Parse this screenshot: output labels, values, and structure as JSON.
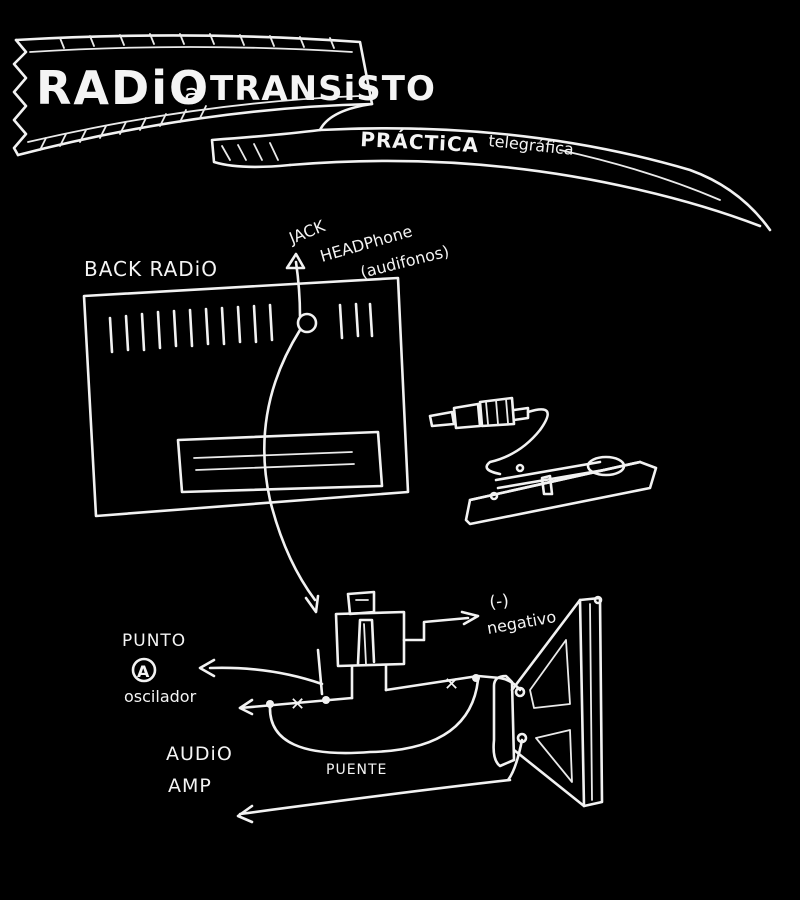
{
  "banner": {
    "title_word1": "RADiO",
    "title_word2": "a",
    "title_word3": "TRANSiSTO",
    "subtitle_word1": "PRÁCTiCA",
    "subtitle_word2": "telegráfica"
  },
  "labels": {
    "back_radio": "BACK RADiO",
    "jack_line1": "JACK",
    "jack_line2": "HEADPhone",
    "jack_line3": "(audifonos)",
    "negative_line1": "(-)",
    "negative_line2": "negativo",
    "punto_line1": "PUNTO",
    "punto_badge": "A",
    "punto_line2": "oscilador",
    "audio_line1": "AUDiO",
    "audio_line2": "AMP",
    "puente": "PUENTE"
  }
}
